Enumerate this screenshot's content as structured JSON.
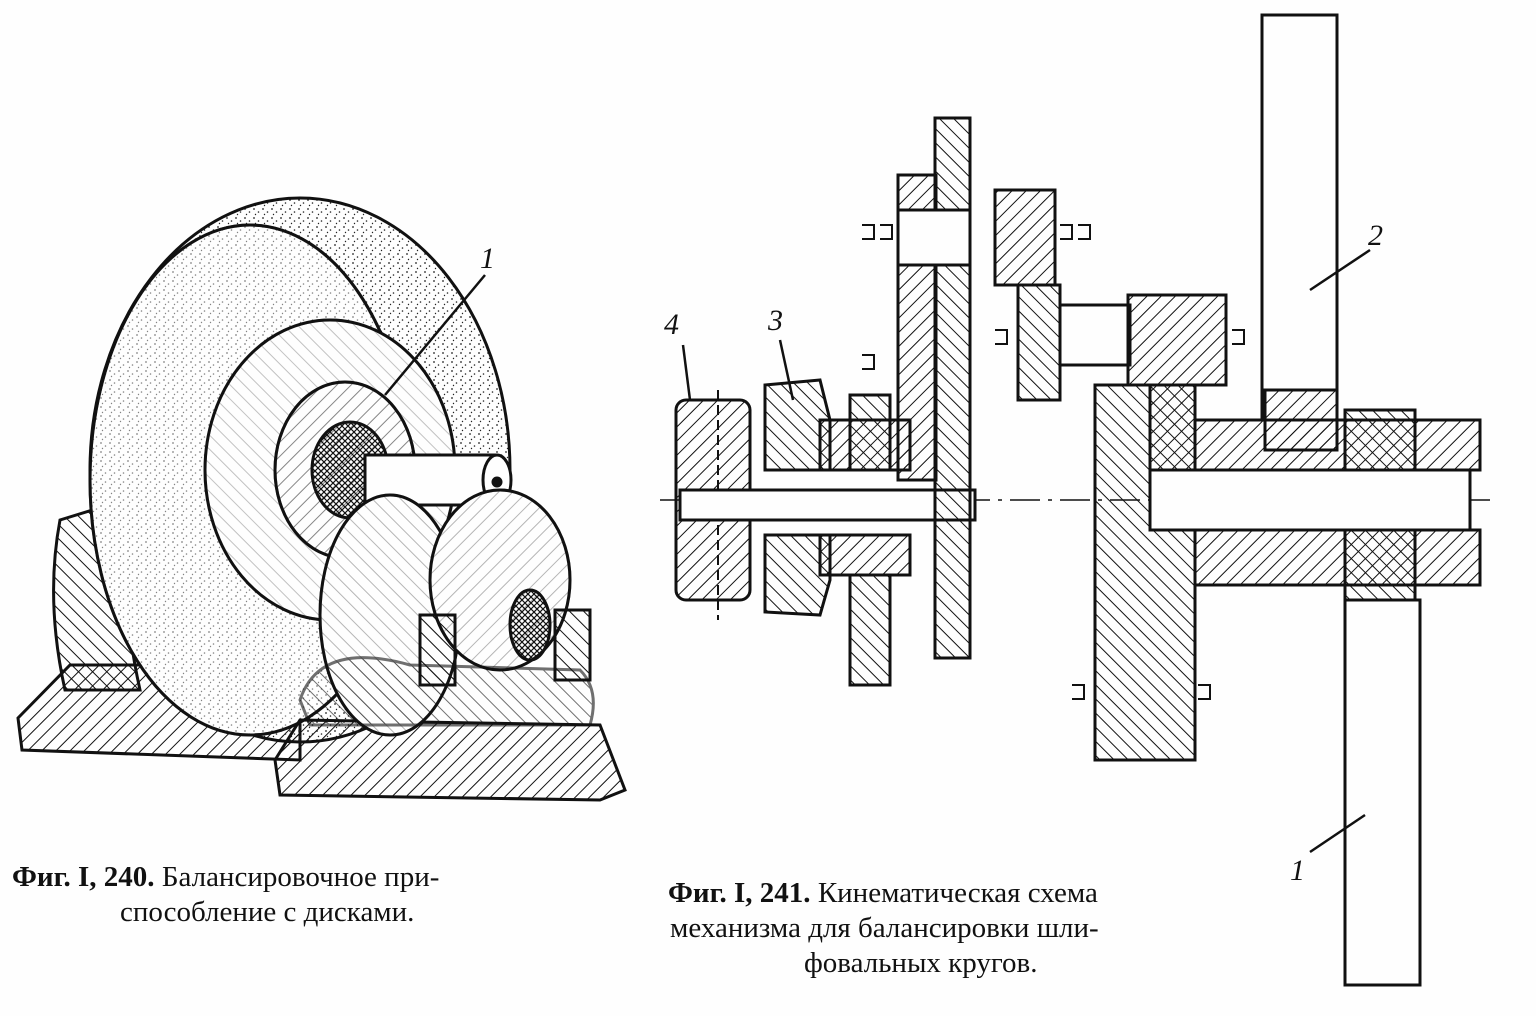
{
  "figures": [
    {
      "id": "fig-240",
      "caption_label": "Фиг. I, 240.",
      "caption_line1": "Балансировочное при-",
      "caption_line2": "способление с дисками.",
      "callouts": [
        "1"
      ]
    },
    {
      "id": "fig-241",
      "caption_label": "Фиг. I, 241.",
      "caption_line1": "Кинематическая схема",
      "caption_line2": "механизма для балансировки шли-",
      "caption_line3": "фовальных кругов.",
      "callouts": [
        "4",
        "3",
        "2",
        "1"
      ]
    }
  ],
  "colors": {
    "ink": "#111111",
    "paper": "#fefefe"
  }
}
